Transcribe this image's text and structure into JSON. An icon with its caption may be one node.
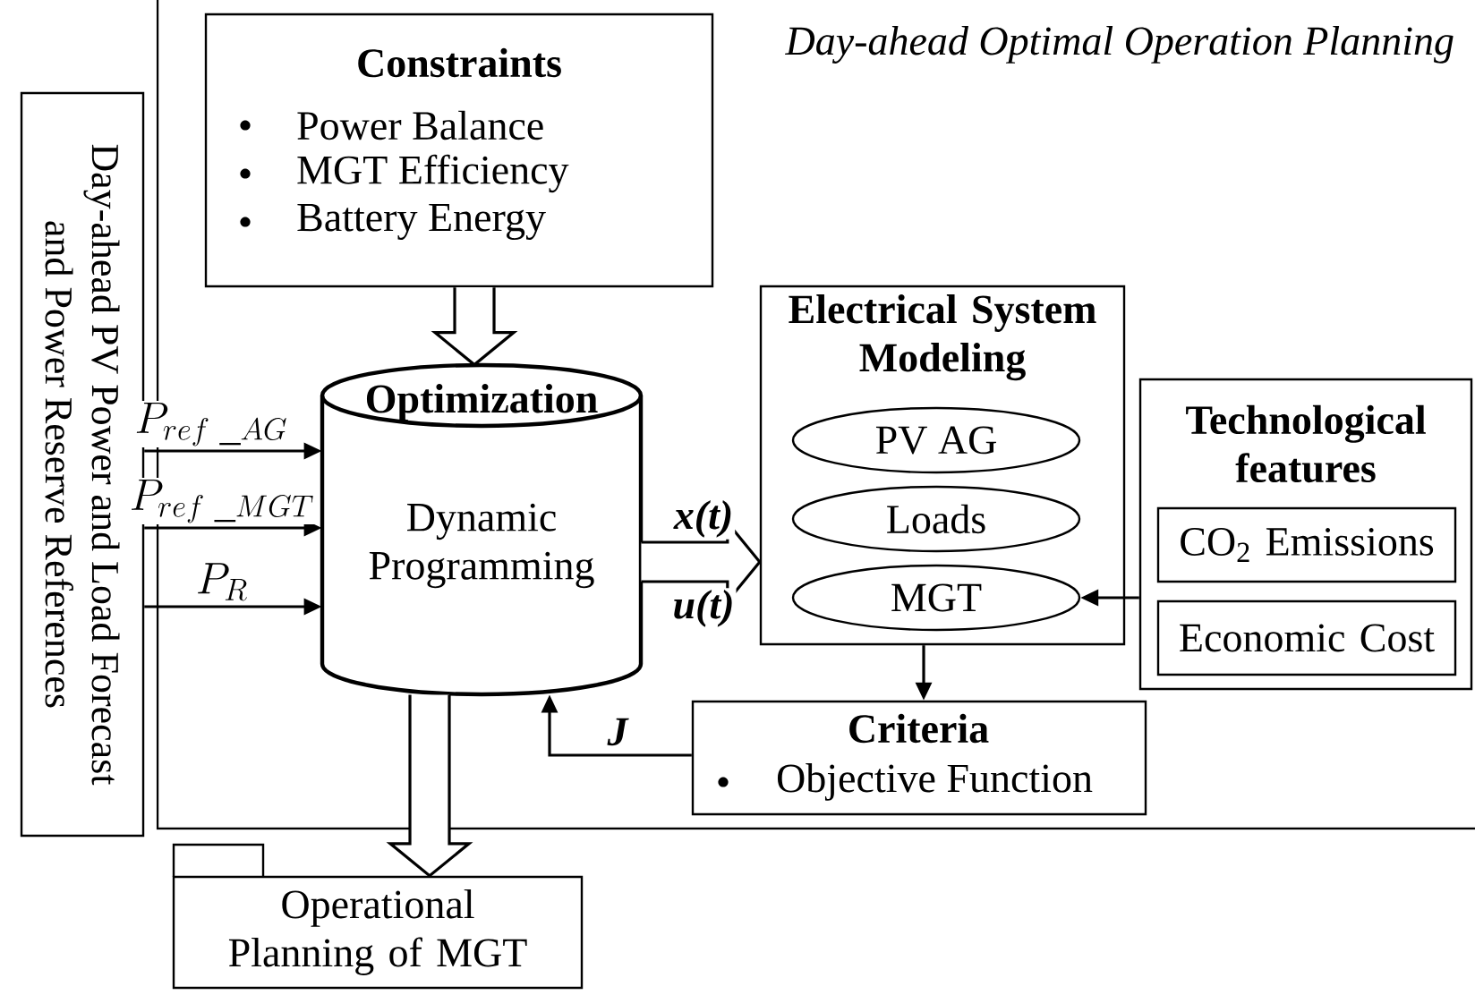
{
  "diagram": {
    "nodes": [
      {
        "text": [
          "Day-ahead Optimal Operation Planning"
        ]
      },
      {
        "text": [
          "Day-ahead PV Power and Load Forecast and Power Reserve References"
        ]
      },
      {
        "text": [
          "Constraints",
          "Power Balance",
          "MGT Efficiency",
          "Battery Energy"
        ],
        "in": 0
      },
      {
        "text": [
          "Optimization",
          "Dynamic Programming"
        ],
        "in": 0
      },
      {
        "text": [
          "Electrical System Modeling"
        ],
        "in": 0
      },
      {
        "text": [
          "PV AG"
        ],
        "in": 4
      },
      {
        "text": [
          "Loads"
        ],
        "in": 4
      },
      {
        "text": [
          "MGT"
        ],
        "in": 4
      },
      {
        "text": [
          "Technological features"
        ],
        "in": 0
      },
      {
        "text": [
          "CO$_{2}$ Emissions"
        ],
        "in": 8
      },
      {
        "text": [
          "Economic Cost"
        ],
        "in": 8
      },
      {
        "text": [
          "Criteria",
          "Objective Function"
        ],
        "in": 0
      },
      {
        "text": [
          "Operational Planning of MGT"
        ]
      }
    ],
    "edges": [
      {
        "from": 2,
        "to": 3,
        "arrow": "to",
        "style": "thick"
      },
      {
        "from": 1,
        "to": 3,
        "arrow": "to",
        "label": "P_{ref\\ \\_AG}"
      },
      {
        "from": 1,
        "to": 3,
        "arrow": "to",
        "label": "P_{ref\\ \\_MGT}"
      },
      {
        "from": 1,
        "to": 3,
        "arrow": "to",
        "label": "P_{R}"
      },
      {
        "from": 3,
        "to": 4,
        "arrow": "to",
        "style": "thick",
        "label": "x(t)"
      },
      {
        "from": 3,
        "to": 4,
        "arrow": "to",
        "style": "thick",
        "label": "u(t)"
      },
      {
        "from": 8,
        "to": 7,
        "arrow": "to"
      },
      {
        "from": 4,
        "to": 11,
        "arrow": "to"
      },
      {
        "from": 11,
        "to": 3,
        "arrow": "to",
        "label": "J"
      },
      {
        "from": 3,
        "to": 12,
        "arrow": "to",
        "style": "thick"
      }
    ]
  }
}
